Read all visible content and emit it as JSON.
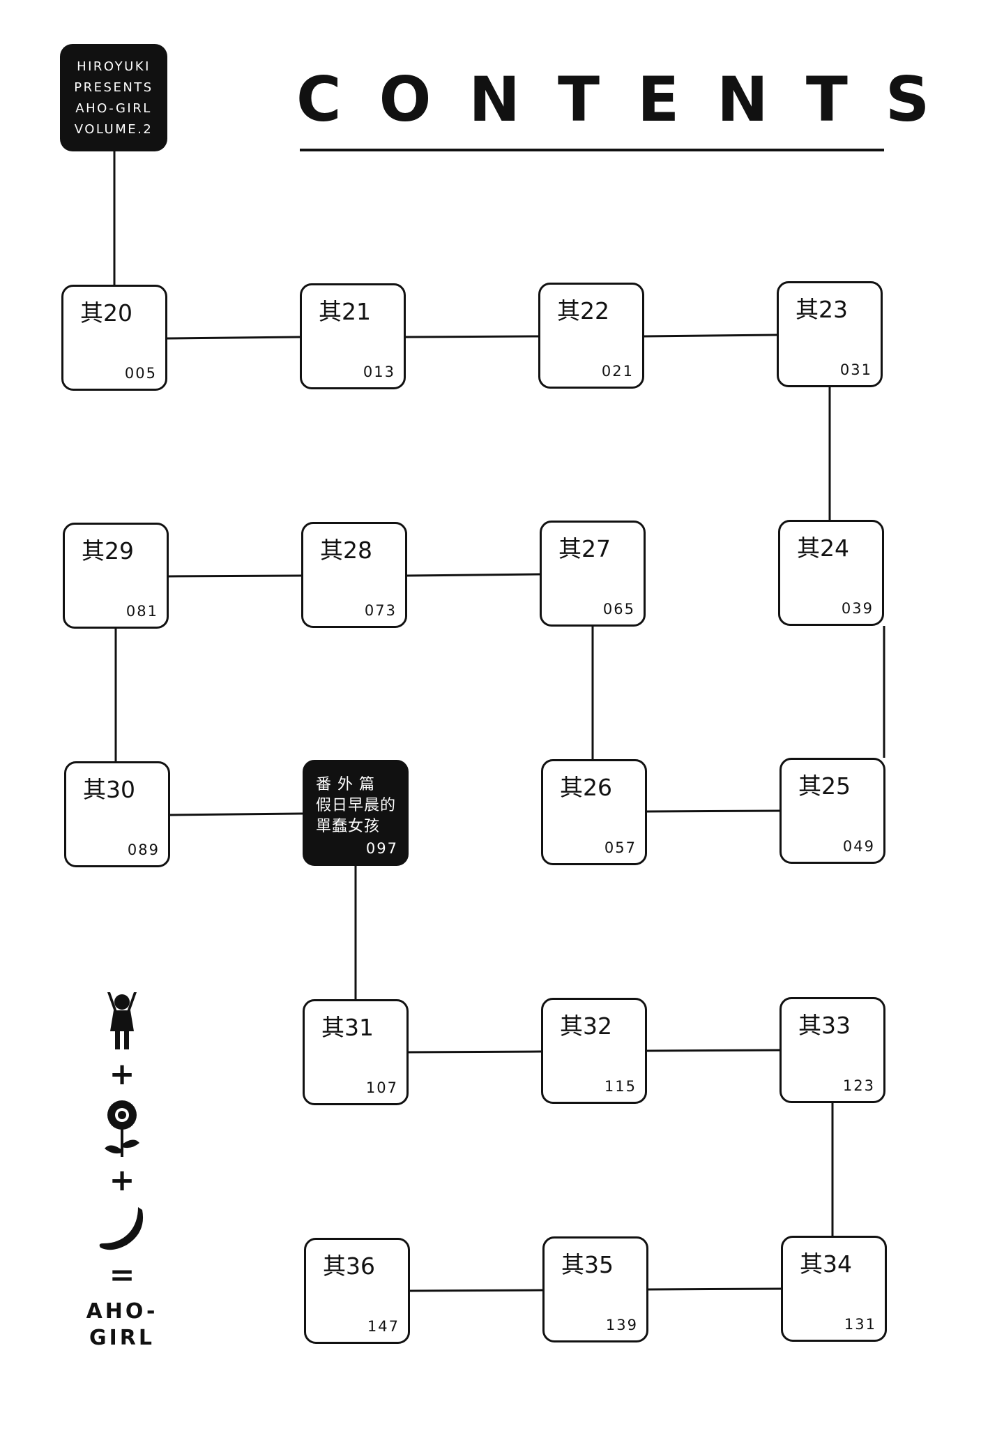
{
  "header": {
    "series_tag": [
      "HIROYUKI",
      "PRESENTS",
      "AHO-GIRL",
      "VOLUME.2"
    ],
    "title": "CONTENTS"
  },
  "chapters": [
    {
      "label": "其20",
      "page": "005"
    },
    {
      "label": "其21",
      "page": "013"
    },
    {
      "label": "其22",
      "page": "021"
    },
    {
      "label": "其23",
      "page": "031"
    },
    {
      "label": "其24",
      "page": "039"
    },
    {
      "label": "其25",
      "page": "049"
    },
    {
      "label": "其26",
      "page": "057"
    },
    {
      "label": "其27",
      "page": "065"
    },
    {
      "label": "其28",
      "page": "073"
    },
    {
      "label": "其29",
      "page": "081"
    },
    {
      "label": "其30",
      "page": "089"
    },
    {
      "label": "番 外 篇\n假日早晨的\n單蠢女孩",
      "page": "097"
    },
    {
      "label": "其31",
      "page": "107"
    },
    {
      "label": "其32",
      "page": "115"
    },
    {
      "label": "其33",
      "page": "123"
    },
    {
      "label": "其34",
      "page": "131"
    },
    {
      "label": "其35",
      "page": "139"
    },
    {
      "label": "其36",
      "page": "147"
    }
  ],
  "formula": {
    "icons": [
      "girl-icon",
      "sunflower-icon",
      "banana-icon"
    ],
    "operators": [
      "+",
      "+",
      "="
    ],
    "logo": [
      "AHO-",
      "GIRL"
    ]
  },
  "colors": {
    "ink": "#111111",
    "paper": "#ffffff"
  }
}
